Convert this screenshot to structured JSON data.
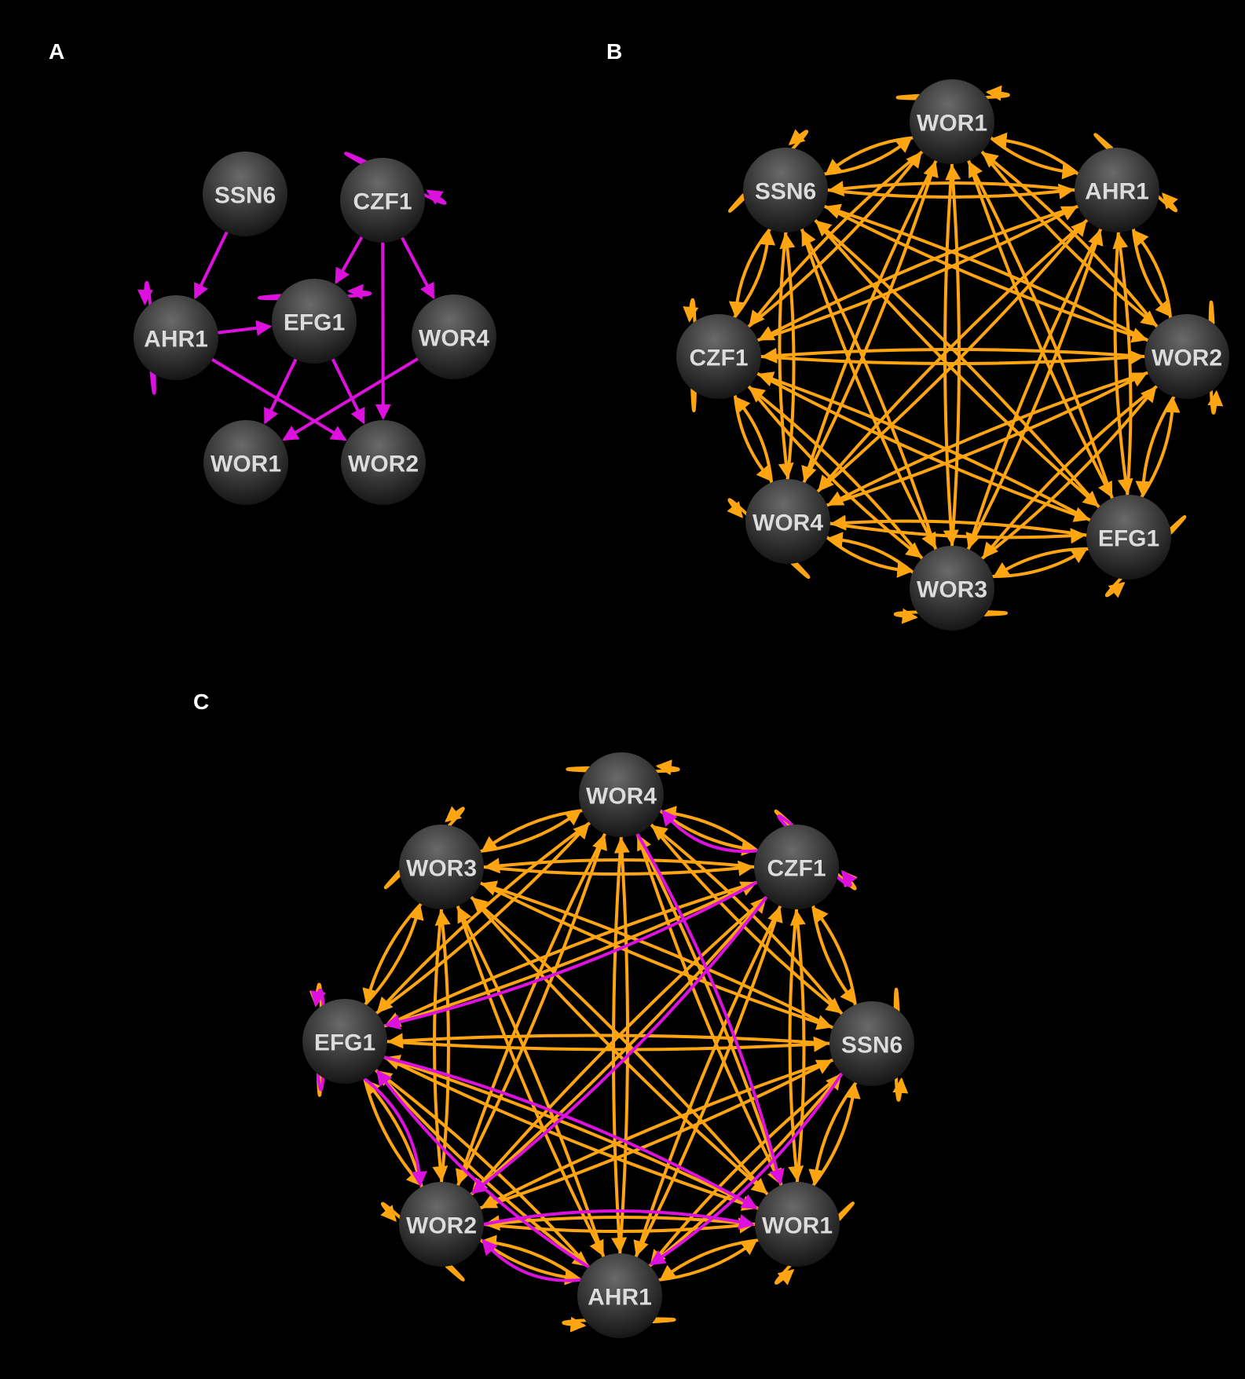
{
  "colors": {
    "background": "#000000",
    "inhibitory_edge": "#dd11dd",
    "activating_edge": "#ffa512",
    "node_fill_light": "#6a6a6a",
    "node_fill_dark": "#1a1a1a",
    "label_text": "#dcdcdc"
  },
  "panels": [
    {
      "letter": "A",
      "edge_color": "inhibitory_edge",
      "nodes": [
        "SSN6",
        "CZF1",
        "AHR1",
        "EFG1",
        "WOR4",
        "WOR1",
        "WOR2"
      ],
      "self_loops": [
        "CZF1",
        "AHR1",
        "EFG1"
      ],
      "edges": [
        [
          "SSN6",
          "AHR1"
        ],
        [
          "CZF1",
          "EFG1"
        ],
        [
          "CZF1",
          "WOR4"
        ],
        [
          "CZF1",
          "WOR2"
        ],
        [
          "AHR1",
          "EFG1"
        ],
        [
          "AHR1",
          "WOR2"
        ],
        [
          "EFG1",
          "WOR1"
        ],
        [
          "EFG1",
          "WOR2"
        ],
        [
          "WOR4",
          "WOR1"
        ]
      ]
    },
    {
      "letter": "B",
      "edge_color": "activating_edge",
      "nodes": [
        "WOR1",
        "SSN6",
        "AHR1",
        "CZF1",
        "WOR2",
        "WOR4",
        "EFG1",
        "WOR3"
      ],
      "self_loops": [
        "WOR1",
        "SSN6",
        "AHR1",
        "CZF1",
        "WOR2",
        "WOR4",
        "EFG1",
        "WOR3"
      ],
      "fully_connected": true
    },
    {
      "letter": "C",
      "edge_color": "activating_edge",
      "nodes": [
        "WOR4",
        "WOR3",
        "CZF1",
        "EFG1",
        "SSN6",
        "WOR2",
        "WOR1",
        "AHR1"
      ],
      "self_loops": [
        "WOR4",
        "WOR3",
        "CZF1",
        "EFG1",
        "SSN6",
        "WOR2",
        "WOR1",
        "AHR1"
      ],
      "fully_connected": true,
      "inhibitory_self_loops": [
        "CZF1",
        "EFG1"
      ],
      "inhibitory_edges": [
        [
          "CZF1",
          "WOR4"
        ],
        [
          "CZF1",
          "EFG1"
        ],
        [
          "CZF1",
          "WOR2"
        ],
        [
          "WOR4",
          "WOR1"
        ],
        [
          "EFG1",
          "WOR2"
        ],
        [
          "EFG1",
          "WOR1"
        ],
        [
          "SSN6",
          "AHR1"
        ],
        [
          "AHR1",
          "EFG1"
        ],
        [
          "AHR1",
          "WOR2"
        ],
        [
          "WOR2",
          "WOR1"
        ]
      ]
    }
  ]
}
